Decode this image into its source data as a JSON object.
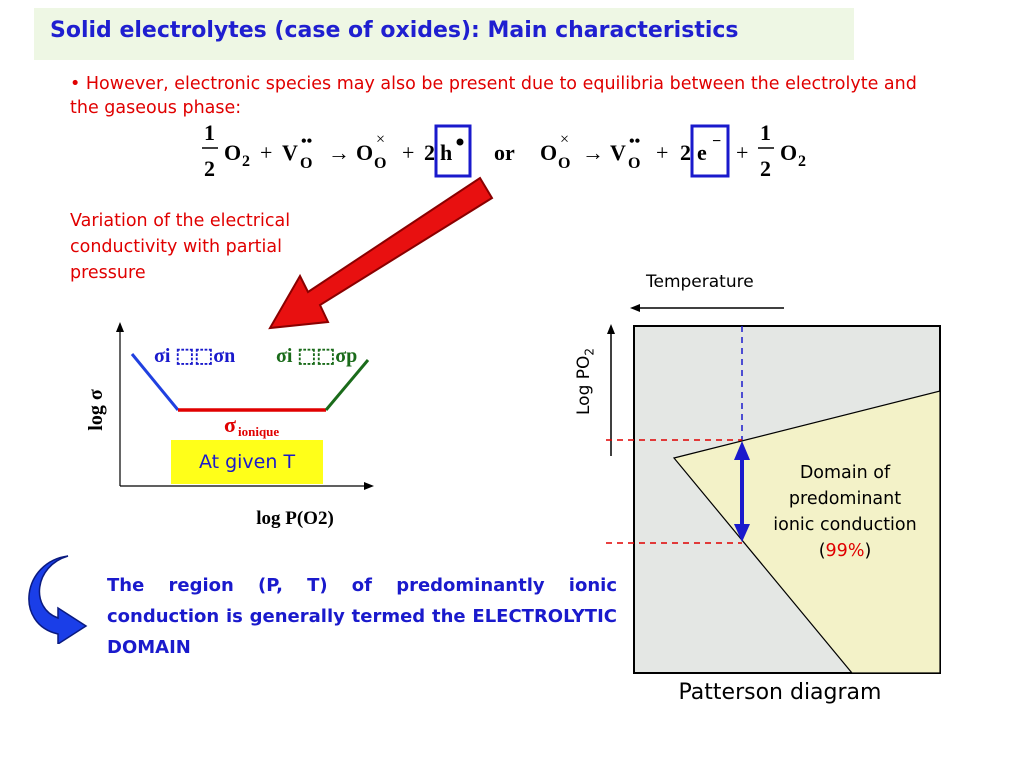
{
  "title": "Solid electrolytes (case of oxides): Main characteristics",
  "bullet_text": "• However, electronic species may also be present due to equilibria between the electrolyte and the gaseous phase:",
  "equations": {
    "half_num": "1",
    "half_den": "2",
    "o2": "O",
    "o2_sub": "2",
    "plus": "+",
    "v": "V",
    "o_sub": "O",
    "arrow": "→",
    "o": "O",
    "two": "2",
    "h": "h",
    "or": "or",
    "e": "e",
    "e_sup": "−",
    "dot_sup": "••",
    "cross_sup": "×"
  },
  "variation_text": "Variation of the electrical conductivity with partial pressure",
  "conductivity_plot": {
    "y_label": "log σ",
    "x_label": "log P(O2)",
    "sigma_left": "σi ⬚⬚σn",
    "sigma_right": "σi ⬚⬚σp",
    "sigma_ionic": "σ",
    "sigma_ionic_sub": "ionique",
    "given_t": "At given T"
  },
  "conclusion": "The region (P, T) of predominantly ionic conduction is generally termed the ELECTROLYTIC DOMAIN",
  "patterson": {
    "temperature_label": "Temperature",
    "y_label": "Log PO",
    "y_label_sub": "2",
    "domain_text_1": "Domain of",
    "domain_text_2": "predominant",
    "domain_text_3": "ionic conduction",
    "domain_pct": "99%",
    "paren_open": "(",
    "paren_close": ")",
    "caption": "Patterson diagram"
  },
  "colors": {
    "title_blue": "#1f1fd0",
    "red_text": "#e00000",
    "plot_blue": "#2040e0",
    "plot_red": "#e00000",
    "plot_green": "#1a6b1a",
    "highlight_yellow": "#ffff19",
    "patterson_gray": "#e4e7e4",
    "patterson_domain": "#f3f2c8",
    "arrow_red": "#e81010"
  }
}
